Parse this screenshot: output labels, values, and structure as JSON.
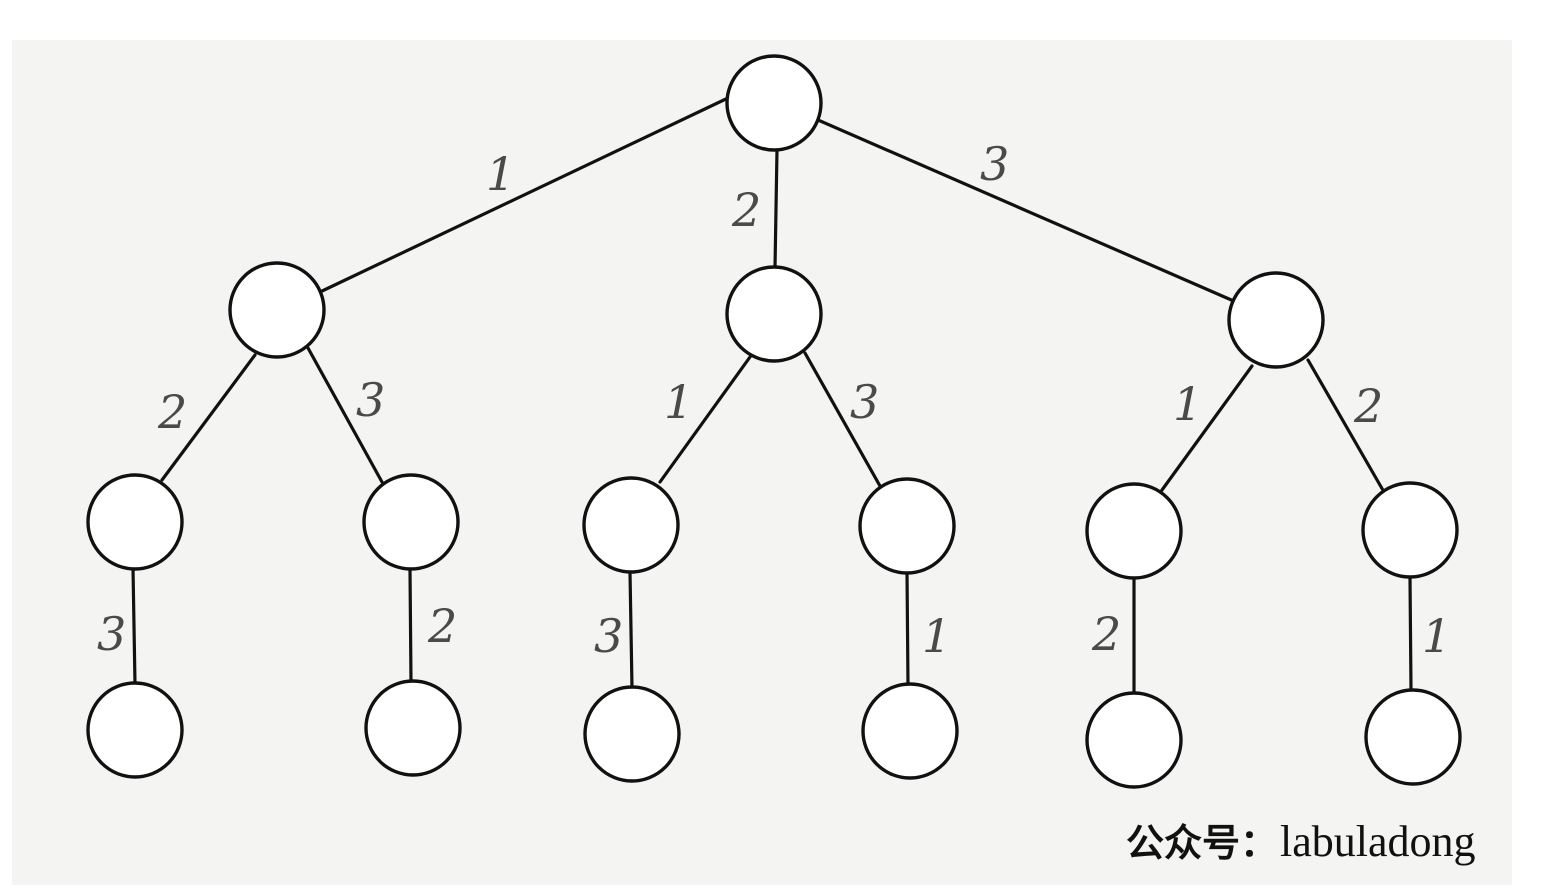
{
  "colors": {
    "paper": "#f4f4f2",
    "stroke": "#111111",
    "label": "#4a4a4a"
  },
  "tree": {
    "root_edges": [
      {
        "id": "root-1",
        "label": "1"
      },
      {
        "id": "root-2",
        "label": "2"
      },
      {
        "id": "root-3",
        "label": "3"
      }
    ],
    "level2_edges": [
      {
        "id": "a-2",
        "label": "2"
      },
      {
        "id": "a-3",
        "label": "3"
      },
      {
        "id": "b-1",
        "label": "1"
      },
      {
        "id": "b-3",
        "label": "3"
      },
      {
        "id": "c-1",
        "label": "1"
      },
      {
        "id": "c-2",
        "label": "2"
      }
    ],
    "level3_edges": [
      {
        "id": "a2-3",
        "label": "3"
      },
      {
        "id": "a3-2",
        "label": "2"
      },
      {
        "id": "b1-3",
        "label": "3"
      },
      {
        "id": "b3-1",
        "label": "1"
      },
      {
        "id": "c1-2",
        "label": "2"
      },
      {
        "id": "c2-1",
        "label": "1"
      }
    ]
  },
  "watermark": {
    "prefix": "公众号：",
    "name": "labuladong"
  }
}
